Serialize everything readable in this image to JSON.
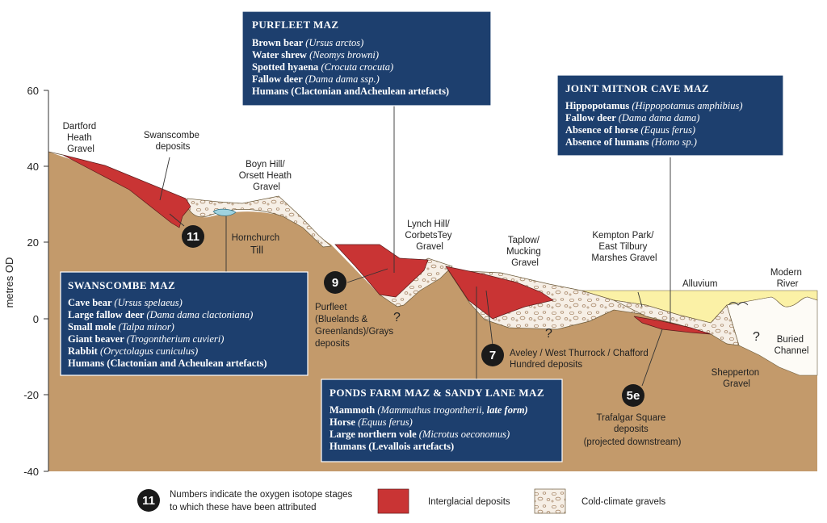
{
  "axis": {
    "ylabel": "metres OD",
    "ticks": [
      "60",
      "40",
      "20",
      "0",
      "-20",
      "-40"
    ]
  },
  "labels": {
    "dartford": [
      "Dartford",
      "Heath",
      "Gravel"
    ],
    "swanscombe_deposits": [
      "Swanscombe",
      "deposits"
    ],
    "boyn_hill": [
      "Boyn Hill/",
      "Orsett Heath",
      "Gravel"
    ],
    "hornchurch": [
      "Hornchurch",
      "Till"
    ],
    "lynch_hill": [
      "Lynch Hill/",
      "CorbetsTey",
      "Gravel"
    ],
    "taplow": [
      "Taplow/",
      "Mucking",
      "Gravel"
    ],
    "kempton": [
      "Kempton Park/",
      "East Tilbury",
      "Marshes Gravel"
    ],
    "alluvium": "Alluvium",
    "modern_river": [
      "Modern",
      "River"
    ],
    "buried_channel": [
      "Buried",
      "Channel"
    ],
    "shepperton": [
      "Shepperton",
      "Gravel"
    ],
    "purfleet_deposits": [
      "Purfleet",
      "(Bluelands &",
      "Greenlands)/Grays",
      "deposits"
    ],
    "aveley": [
      "Aveley / West Thurrock / Chafford",
      "Hundred deposits"
    ],
    "trafalgar": [
      "Trafalgar Square",
      "deposits",
      "(projected downstream)"
    ],
    "question": "?"
  },
  "stages": [
    "11",
    "9",
    "7",
    "5e"
  ],
  "boxes": {
    "purfleet": {
      "title": "PURFLEET MAZ",
      "lines": [
        {
          "name": "Brown bear",
          "latin": "(Ursus arctos)"
        },
        {
          "name": "Water shrew",
          "latin": "(Neomys browni)"
        },
        {
          "name": "Spotted hyaena",
          "latin": "(Crocuta crocuta)"
        },
        {
          "name": "Fallow deer",
          "latin": "(Dama dama ssp.)"
        },
        {
          "name": "Humans (Clactonian andAcheulean artefacts)",
          "latin": ""
        }
      ]
    },
    "joint_mitnor": {
      "title": "JOINT MITNOR CAVE MAZ",
      "lines": [
        {
          "name": "Hippopotamus",
          "latin": "(Hippopotamus amphibius)"
        },
        {
          "name": "Fallow deer",
          "latin": "(Dama dama dama)"
        },
        {
          "name": "Absence of horse",
          "latin": "(Equus ferus)"
        },
        {
          "name": "Absence of humans",
          "latin": "(Homo sp.)"
        }
      ]
    },
    "swanscombe": {
      "title": "SWANSCOMBE MAZ",
      "lines": [
        {
          "name": "Cave bear",
          "latin": "(Ursus spelaeus)"
        },
        {
          "name": "Large fallow deer",
          "latin": "(Dama dama clactoniana)"
        },
        {
          "name": "Small mole",
          "latin": "(Talpa minor)"
        },
        {
          "name": "Giant beaver",
          "latin": "(Trogontherium cuvieri)"
        },
        {
          "name": "Rabbit",
          "latin": "(Oryctolagus cuniculus)"
        },
        {
          "name": "Humans (Clactonian and Acheulean artefacts)",
          "latin": ""
        }
      ]
    },
    "ponds_farm": {
      "title": "PONDS FARM MAZ & SANDY LANE MAZ",
      "lines": [
        {
          "name": "Mammoth",
          "latin": "(Mammuthus trogontherii,",
          "tail": "late form)"
        },
        {
          "name": "Horse",
          "latin": "(Equus ferus)"
        },
        {
          "name": "Large northern vole",
          "latin": "(Microtus oeconomus)"
        },
        {
          "name": "Humans (Levallois artefacts)",
          "latin": ""
        }
      ]
    }
  },
  "legend": {
    "stage_badge": "11",
    "stage_text": [
      "Numbers indicate the oxygen isotope stages",
      "to which these have been attributed"
    ],
    "interglacial": "Interglacial deposits",
    "cold": "Cold-climate gravels"
  },
  "colors": {
    "ground": "#c39a6b",
    "interglacial": "#c93434",
    "gravel": "#f6efe6",
    "alluvium": "#fbf1a6",
    "box": "#1d3f6e",
    "till": "#9fd3e0"
  }
}
